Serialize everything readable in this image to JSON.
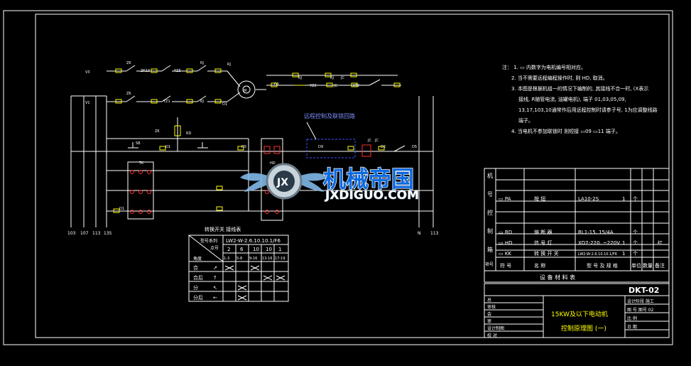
{
  "notes": {
    "lines": [
      "注： 1. ▭ 内数字为电机编号相对应。",
      "2. 当不需要远程编程操作时, 则 HD, 取消。",
      "3. 本图是根据机组一的情况下编制的, 其接线不合一时, (X表示",
      "接线, R随管电流, 油罐电机), 端子   01,03,05,09,",
      "13,17,103,10通常作后用远程控制时请参子号, 1为应调整线路",
      "端子。",
      "4. 当电机不参加联锁时 则短接 ▭09 ▭11 端子。"
    ]
  },
  "remote_label": "远程控制及联锁回路",
  "switch_table": {
    "title": "转换开关  接线表",
    "model": "LW2-W-2.6.10.10.1/F6",
    "corner_top": "型号系列",
    "corner_mid": "点号",
    "corner_bottom": "角度",
    "cols": [
      "2",
      "6",
      "10",
      "10",
      "1"
    ],
    "subcols": [
      "1-3",
      "5-8",
      "9-16",
      "13-16",
      "17-19"
    ],
    "rows": [
      "合",
      "合后",
      "分",
      "分后"
    ],
    "row_angles": [
      "↗",
      "↑",
      "↖",
      "←"
    ]
  },
  "terminals_bottom": [
    "103",
    "107",
    "113",
    "135",
    "N",
    "113"
  ],
  "wire_labels": {
    "top": [
      "ZK",
      "ZK13",
      "YZ5",
      "RJ",
      "ZK",
      "YZ1",
      "RJ",
      "RJ",
      "RJ",
      "RJ",
      "D1",
      "YZ2",
      "JC",
      "JC",
      "KT2",
      "D1",
      "ZK",
      "RD",
      "D1",
      "D5",
      "D9",
      "JC",
      "JC",
      "D2",
      "D5",
      "D1"
    ],
    "marks": [
      "V3",
      "V1",
      "M",
      "SB",
      "TK",
      "HD"
    ]
  },
  "logo": {
    "badge": "JX",
    "main": "机械帝国",
    "sub": "JXDIGUO.COM"
  },
  "materials": {
    "side_label": [
      "机",
      "号",
      "控",
      "制",
      "箱"
    ],
    "rows": [
      {
        "sym": "▭ PA",
        "name": "按 钮",
        "model": "LA10-2S",
        "qty": "1",
        "unit": "个",
        "note": ""
      },
      {
        "sym": "▭ RD",
        "name": "熔 断 器",
        "model": "RL1-15. 15/4A",
        "qty": "",
        "unit": "个",
        "note": ""
      },
      {
        "sym": "▭ HD",
        "name": "信 号 灯",
        "model": "XD7-220. ~220V",
        "qty": "1",
        "unit": "个",
        "note": "红"
      },
      {
        "sym": "▭ KK",
        "name": "转 换 开 关",
        "model": "LW2-W-2.6.10.10.1/F6",
        "qty": "1",
        "unit": "个",
        "note": ""
      }
    ],
    "header": [
      "符 号",
      "名 称",
      "型 号 及 规 格",
      "单位",
      "数量",
      "备注"
    ],
    "header_left": "项号",
    "footer": "设 备 材 料 表"
  },
  "title_block": {
    "drawing_no": "DKT-02",
    "title_line1": "15KW及以下电动机",
    "title_line2": "控制原理图 (一)",
    "left_labels": [
      "总",
      "审核",
      "会",
      "审",
      "设计制图",
      "校 对"
    ],
    "right_labels": [
      "设计阶段 施工",
      "图 号 图号 02",
      "比 例",
      "日 期"
    ]
  },
  "colors": {
    "background": "#000000",
    "line": "#ffffff",
    "contact": "#ffff00",
    "terminal": "#ff3030",
    "remote": "#3a55ff",
    "logo_text": "#0b68e0",
    "logo_sub": "#ffffff"
  }
}
